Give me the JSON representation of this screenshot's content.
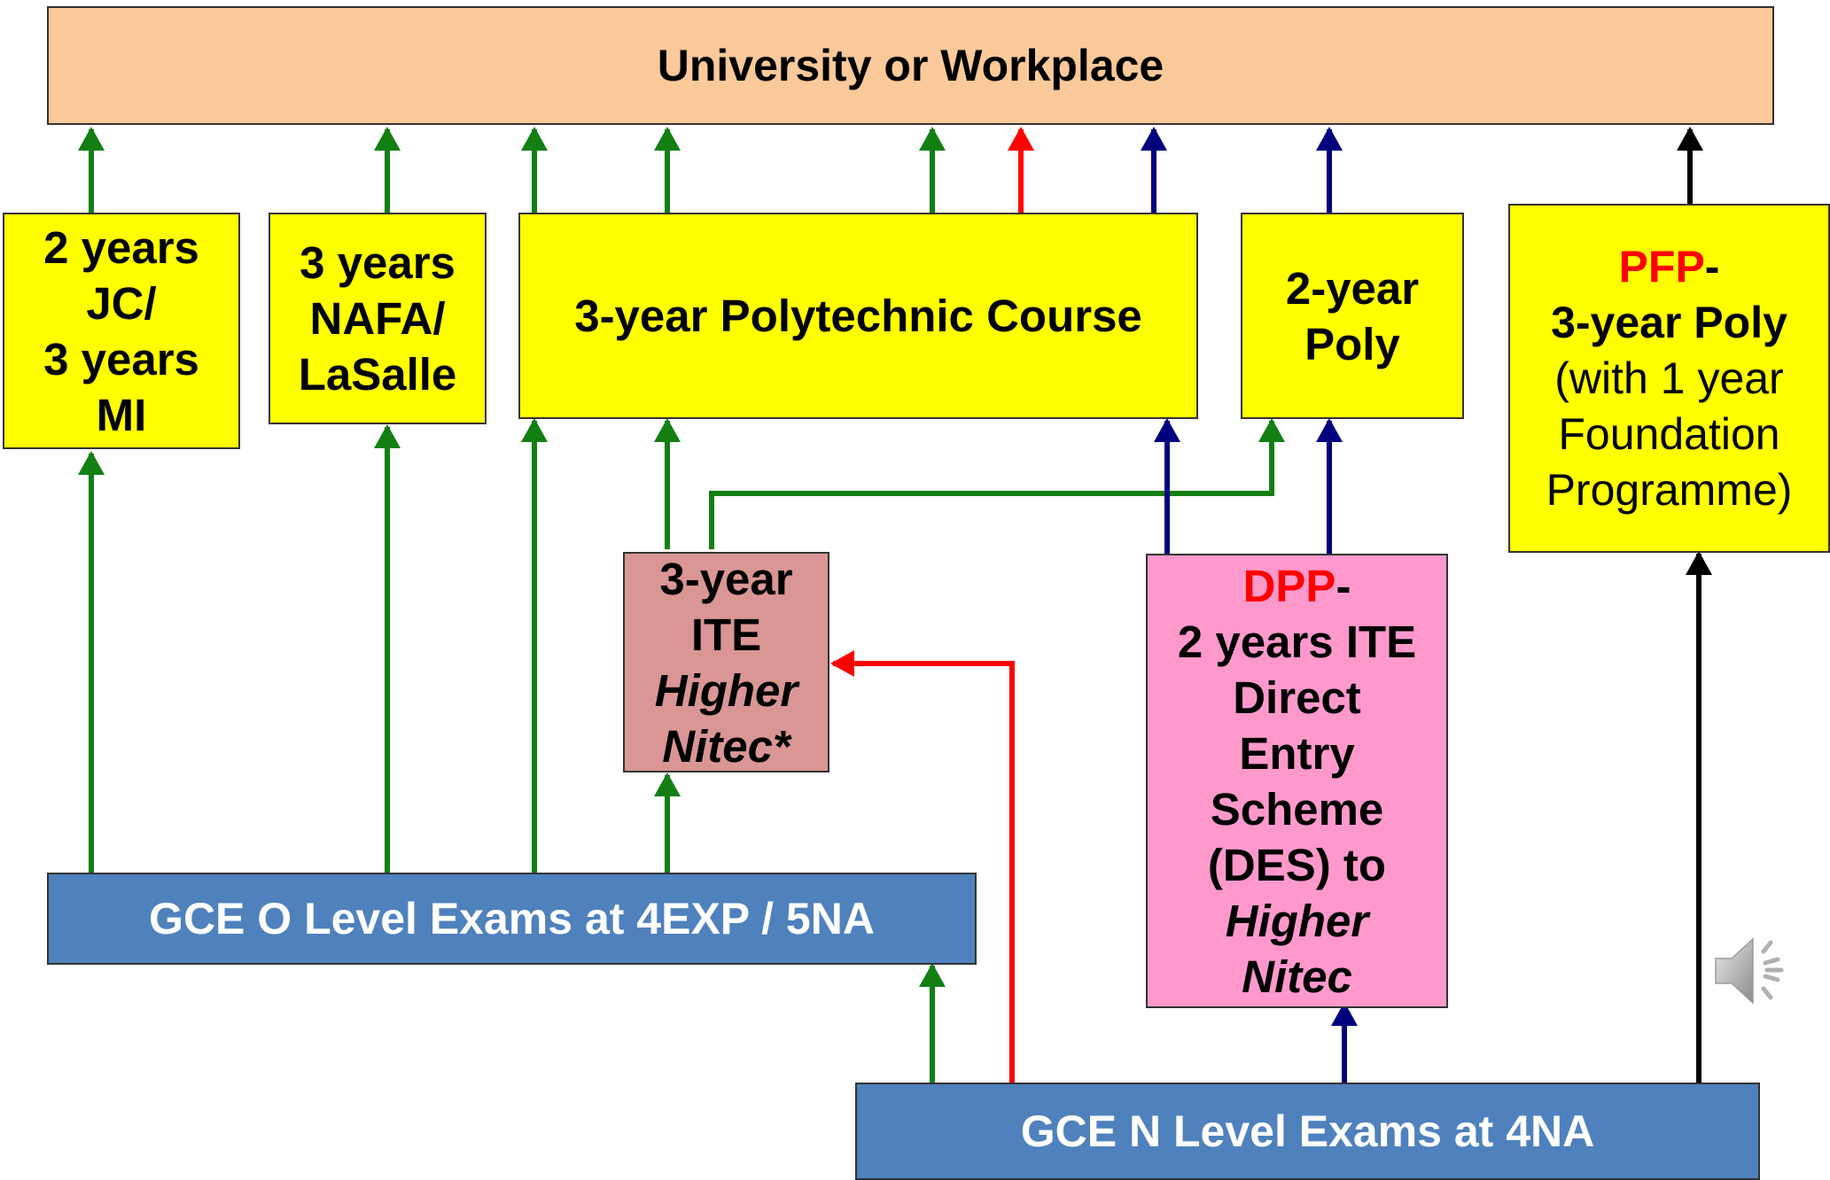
{
  "colors": {
    "peach": "#fbc99a",
    "yellow": "#ffff00",
    "ite": "#d99694",
    "pink": "#ff99cc",
    "exam": "#4f81bd",
    "green": "#137f13",
    "red": "#ff0000",
    "navy": "#00007f",
    "black": "#000000"
  },
  "boxes": {
    "university": "University or Workplace",
    "jc": [
      "2 years",
      "JC/",
      "3 years",
      "MI"
    ],
    "nafa": [
      "3 years",
      "NAFA/",
      "LaSalle"
    ],
    "poly3": "3-year Polytechnic Course",
    "poly2": [
      "2-year",
      "Poly"
    ],
    "pfp": {
      "tag": "PFP",
      "dash": "-",
      "title": "3-year Poly",
      "lines": [
        "(with 1 year",
        "Foundation",
        "Programme)"
      ]
    },
    "ite": {
      "lines": [
        "3-year",
        "ITE"
      ],
      "italic": [
        "Higher",
        "Nitec*"
      ]
    },
    "dpp": {
      "tag": "DPP",
      "dash": "-",
      "lines": [
        "2 years ITE",
        "Direct",
        "Entry",
        "Scheme",
        "(DES) to"
      ],
      "italic": [
        "Higher",
        "Nitec"
      ]
    },
    "olevel": "GCE O Level Exams at 4EXP / 5NA",
    "nlevel": "GCE N Level Exams at 4NA"
  },
  "speaker_icon": "speaker-icon"
}
